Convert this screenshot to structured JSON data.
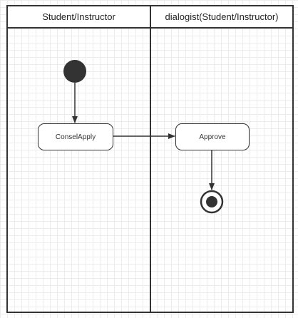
{
  "lanes": [
    {
      "title": "Student/Instructor"
    },
    {
      "title": "dialogist(Student/Instructor)"
    }
  ],
  "nodes": {
    "consel_apply": "ConselApply",
    "approve": "Approve"
  },
  "colors": {
    "line": "#333333",
    "grid": "#ececec",
    "background": "#ffffff"
  }
}
